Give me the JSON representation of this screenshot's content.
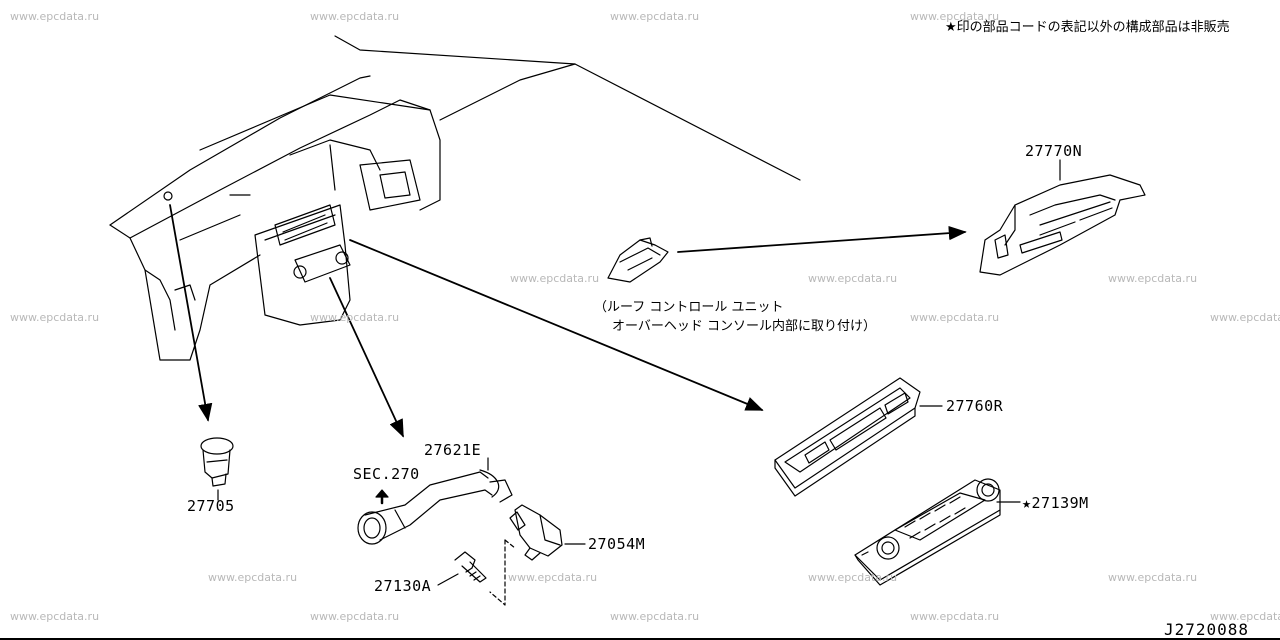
{
  "legend_note": "★印の部品コードの表記以外の構成部品は非販売",
  "diagram_code": "J2720088",
  "watermark": "www.epcdata.ru",
  "roof_note": {
    "line1": "（ルーフ コントロール ユニット",
    "line2": "オーバーヘッド コンソール内部に取り付け）"
  },
  "parts": {
    "p27770N": "27770N",
    "p27760R": "27760R",
    "p27139M": "★27139M",
    "p27621E": "27621E",
    "sec270": "SEC.270",
    "p27054M": "27054M",
    "p27130A": "27130A",
    "p27705": "27705"
  }
}
